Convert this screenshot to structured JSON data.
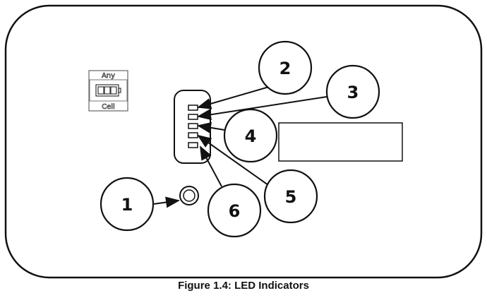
{
  "caption": "Figure 1.4: LED Indicators",
  "logo": {
    "top": "Any",
    "bottom": "Cell"
  },
  "callouts": [
    "1",
    "2",
    "3",
    "4",
    "5",
    "6"
  ]
}
